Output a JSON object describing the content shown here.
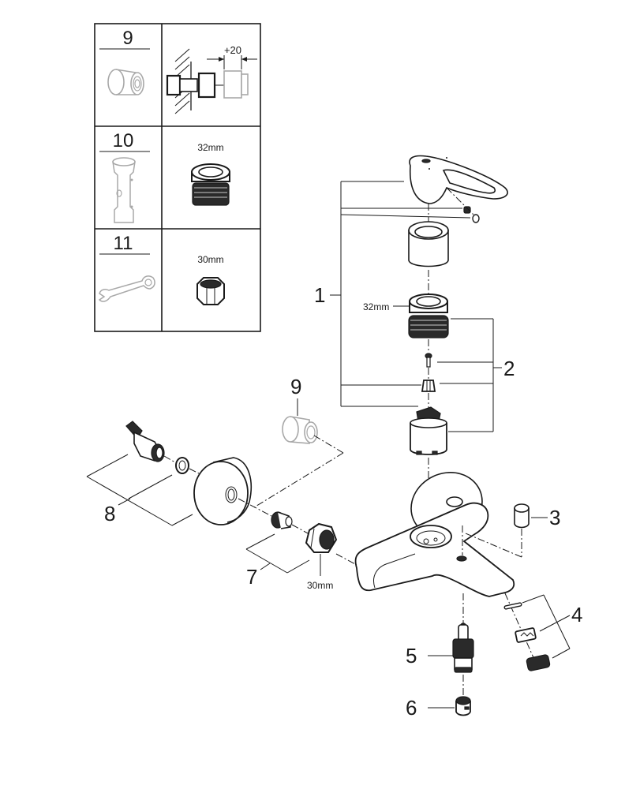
{
  "tool_table": {
    "rows": [
      {
        "number": "9",
        "tool": "extension-piece",
        "detail_label": "+20",
        "detail": "extension-dimension-drawing"
      },
      {
        "number": "10",
        "tool": "socket-wrench",
        "detail_label": "32mm",
        "detail": "cartridge-nut"
      },
      {
        "number": "11",
        "tool": "open-end-wrench",
        "detail_label": "30mm",
        "detail": "hex-nut"
      }
    ]
  },
  "callouts": {
    "c1": "1",
    "c2": "2",
    "c3": "3",
    "c4": "4",
    "c5": "5",
    "c6": "6",
    "c7": "7",
    "c8": "8",
    "c9": "9"
  },
  "dimensions": {
    "cartridge_nut": "32mm",
    "hex_nut": "30mm"
  },
  "colors": {
    "line": "#1a1a1a",
    "optional_part": "#a8a8a8",
    "background": "#ffffff"
  }
}
